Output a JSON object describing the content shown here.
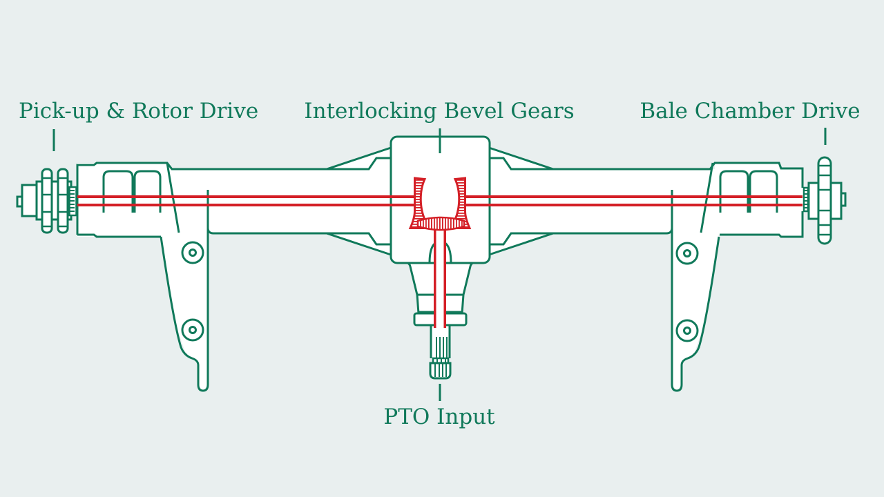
{
  "figure": {
    "type": "technical-cutaway-diagram",
    "subject": "Baler driveline gearbox"
  },
  "labels": {
    "pickup_rotor_drive": "Pick-up & Rotor Drive",
    "interlocking_bevel_gears": "Interlocking Bevel Gears",
    "bale_chamber_drive": "Bale Chamber Drive",
    "pto_input": "PTO Input"
  },
  "colors": {
    "background": "#e9efef",
    "line_green": "#10795a",
    "text_green": "#10795a",
    "highlight_red": "#d41f26",
    "fill_white": "#ffffff"
  }
}
